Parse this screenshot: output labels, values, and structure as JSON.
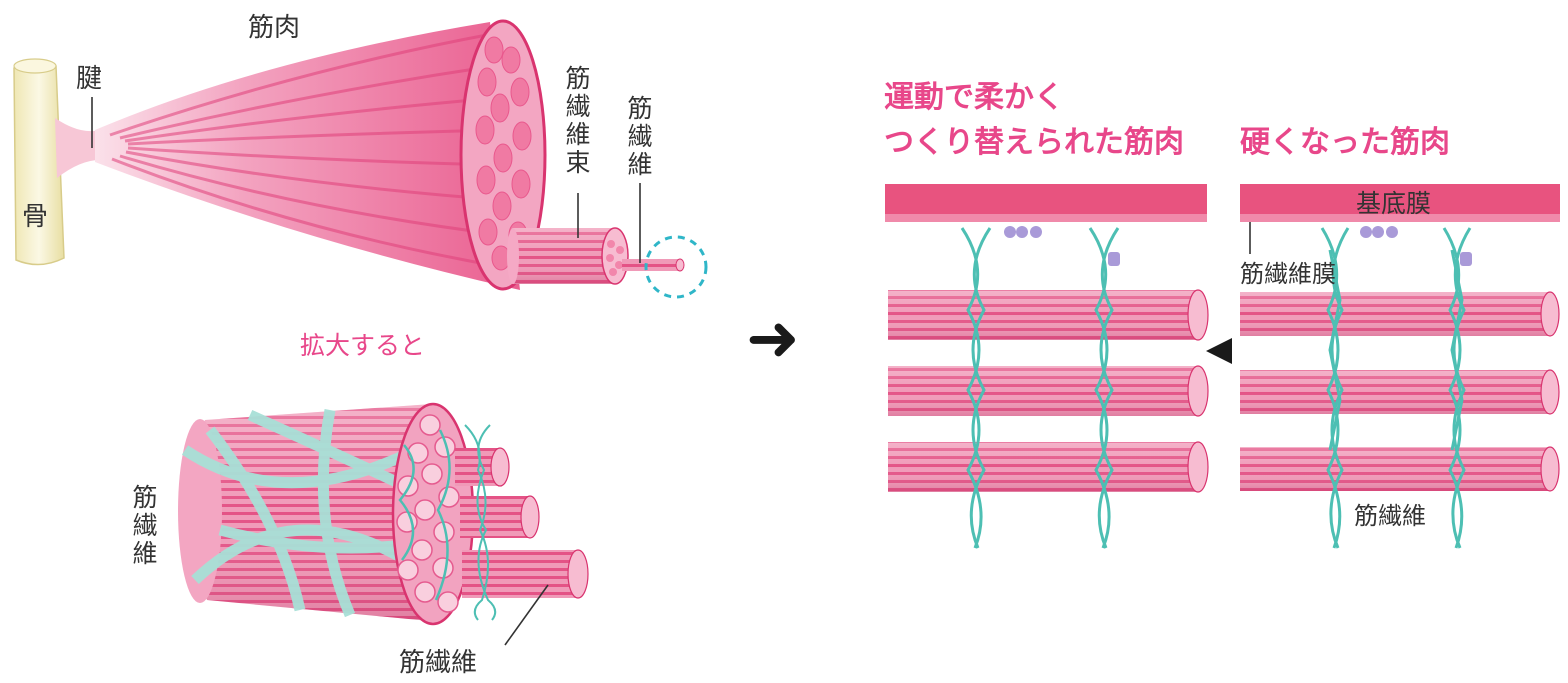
{
  "labels": {
    "muscle": "筋肉",
    "tendon": "腱",
    "bone": "骨",
    "fascicle": "筋\n繊\n維\n束",
    "fiber_top": "筋\n繊\n維",
    "zoom_caption": "拡大すると",
    "fiber_left": "筋\n繊\n維",
    "fiber_bottom": "筋繊維",
    "flexible_title_1": "運動で柔かく",
    "flexible_title_2": "つくり替えられた筋肉",
    "stiff_title": "硬くなった筋肉",
    "basement_membrane": "基底膜",
    "endomysium": "筋繊維膜",
    "fiber_right": "筋繊維"
  },
  "symbols": {
    "arrow": "➜"
  },
  "colors": {
    "muscle_pink": "#ef7fa6",
    "muscle_stripe": "#e2477e",
    "light_pink": "#f9cfde",
    "collagen_teal": "#4dbfb3",
    "accent_cyan": "#2fb6c8",
    "bone_cream": "#f4efc9",
    "title_pink": "#e8478a",
    "text_dark": "#333333",
    "joint_purple": "#a99ad8"
  }
}
